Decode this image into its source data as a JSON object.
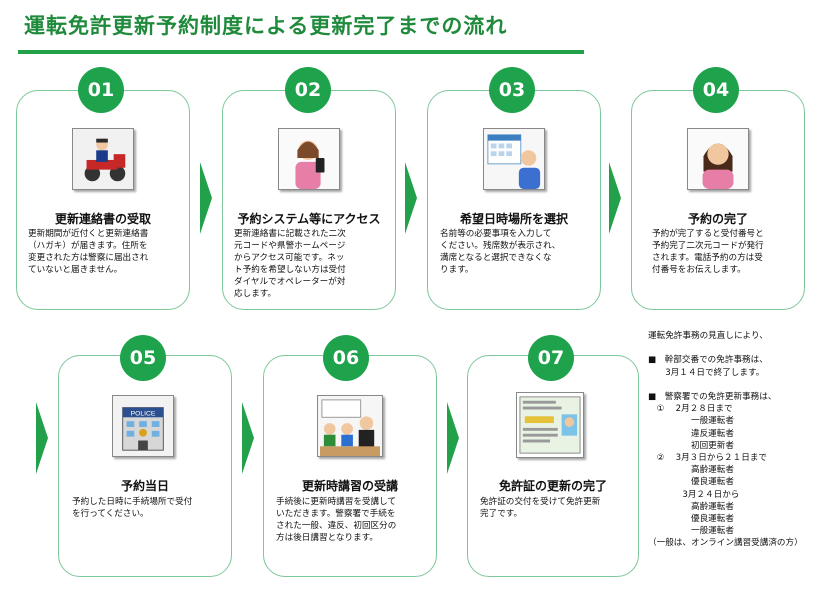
{
  "title": "運転免許更新予約制度による更新完了までの流れ",
  "colors": {
    "accent": "#1ea24b",
    "border": "#7dc79a"
  },
  "steps": [
    {
      "num": "01",
      "title": "更新連絡書の受取",
      "icon": "mail-carrier-icon",
      "desc": [
        "更新期間が近付くと更新連絡書",
        "（ハガキ）が届きます。住所を",
        "変更された方は警察に届出され",
        "ていないと届きません。"
      ]
    },
    {
      "num": "02",
      "title": "予約システム等にアクセス",
      "icon": "smartphone-user-icon",
      "desc": [
        "更新連絡書に記載された二次",
        "元コードや県警ホームページ",
        "からアクセス可能です。ネッ",
        "ト予約を希望しない方は受付",
        "ダイヤルでオペレーターが対",
        "応します。"
      ]
    },
    {
      "num": "03",
      "title": "希望日時場所を選択",
      "icon": "calendar-user-icon",
      "desc": [
        "名前等の必要事項を入力して",
        "ください。残席数が表示され、",
        "満席となると選択できなくな",
        "ります。"
      ]
    },
    {
      "num": "04",
      "title": "予約の完了",
      "icon": "woman-user-icon",
      "desc": [
        "予約が完了すると受付番号と",
        "予約完了二次元コードが発行",
        "されます。電話予約の方は受",
        "付番号をお伝えします。"
      ]
    },
    {
      "num": "05",
      "title": "予約当日",
      "icon": "police-station-icon",
      "desc": [
        "予約した日時に手続場所で受付",
        "を行ってください。"
      ]
    },
    {
      "num": "06",
      "title": "更新時講習の受講",
      "icon": "lecture-class-icon",
      "desc": [
        "手続後に更新時講習を受講して",
        "いただきます。警察署で手続を",
        "された一般、違反、初回区分の",
        "方は後日講習となります。"
      ]
    },
    {
      "num": "07",
      "title": "免許証の更新の完了",
      "icon": "drivers-license-icon",
      "desc": [
        "免許証の交付を受けて免許更新",
        "完了です。"
      ]
    }
  ],
  "notes": [
    "運転免許事務の見直しにより、",
    "",
    "■　幹部交番での免許事務は、",
    "　　3月１４日で終了します。",
    "",
    "■　警察署での免許更新事務は、",
    "　①　 2月２８日まで",
    "　　　　　一般運転者",
    "　　　　　違反運転者",
    "　　　　　初回更新者",
    "　②　 3月３日から２１日まで",
    "　　　　　高齢運転者",
    "　　　　　優良運転者",
    "　　　　3月２４日から",
    "　　　　　高齢運転者",
    "　　　　　優良運転者",
    "　　　　　一般運転者",
    "（一般は、オンライン講習受講済の方）"
  ]
}
